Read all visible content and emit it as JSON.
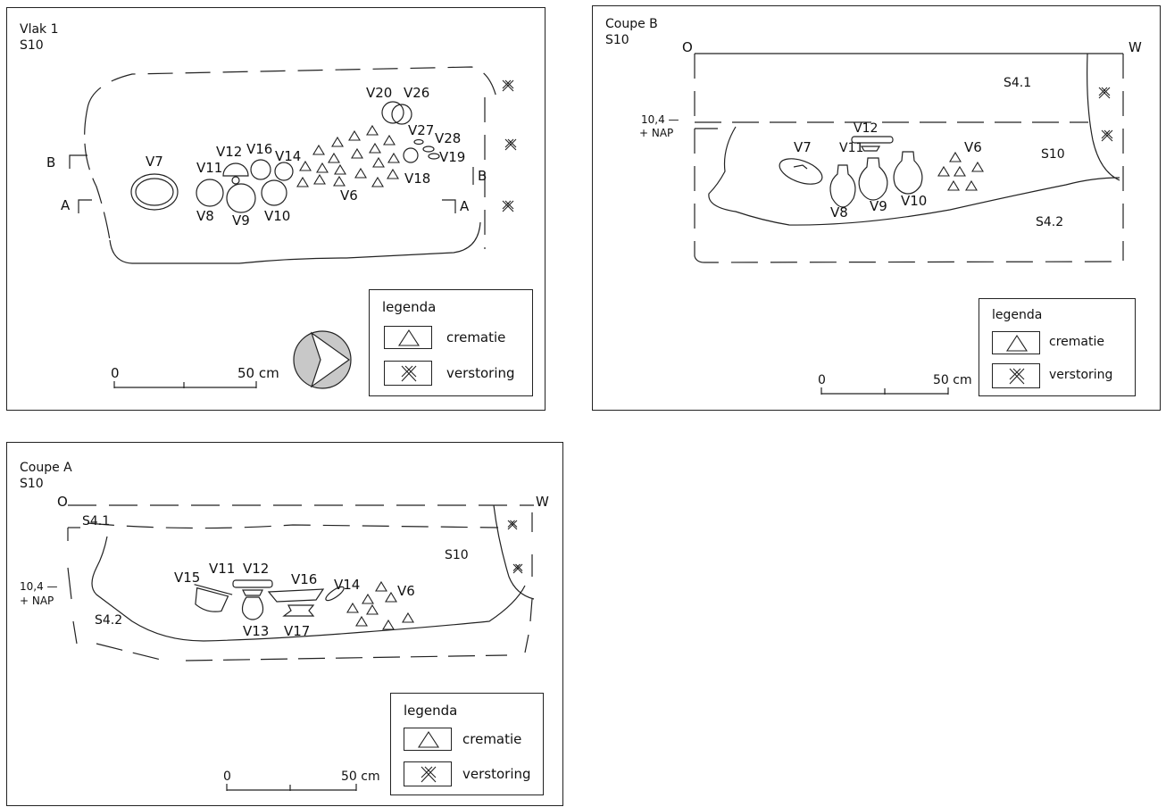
{
  "panels": {
    "plan": {
      "title": "Vlak 1",
      "subtitle": "S10",
      "labels": {
        "B": "B",
        "A": "A",
        "B_right": "B",
        "A_right": "A",
        "V7": "V7",
        "V8": "V8",
        "V9": "V9",
        "V10": "V10",
        "V11": "V11",
        "V12": "V12",
        "V14": "V14",
        "V16": "V16",
        "V6": "V6",
        "V18": "V18",
        "V19": "V19",
        "V20": "V20",
        "V26": "V26",
        "V27": "V27",
        "V28": "V28"
      },
      "scale": {
        "zero": "0",
        "end": "50 cm"
      }
    },
    "coupe_b": {
      "title": "Coupe B",
      "subtitle": "S10",
      "labels": {
        "O": "O",
        "W": "W",
        "S4_1": "S4.1",
        "S10": "S10",
        "S4_2": "S4.2",
        "level": "10,4 —",
        "nap": "+ NAP",
        "V7": "V7",
        "V8": "V8",
        "V9": "V9",
        "V10": "V10",
        "V11": "V11",
        "V12": "V12",
        "V6": "V6"
      },
      "scale": {
        "zero": "0",
        "end": "50 cm"
      }
    },
    "coupe_a": {
      "title": "Coupe A",
      "subtitle": "S10",
      "labels": {
        "O": "O",
        "W": "W",
        "S4_1": "S4.1",
        "S10": "S10",
        "S4_2": "S4.2",
        "level": "10,4 —",
        "nap": "+ NAP",
        "V15": "V15",
        "V11": "V11",
        "V12": "V12",
        "V16": "V16",
        "V14": "V14",
        "V6": "V6",
        "V13": "V13",
        "V17": "V17"
      },
      "scale": {
        "zero": "0",
        "end": "50 cm"
      }
    }
  },
  "legend": {
    "title": "legenda",
    "items": [
      {
        "label": "crematie",
        "symbol": "triangle-icon"
      },
      {
        "label": "verstoring",
        "symbol": "cross-hatch-icon"
      }
    ]
  },
  "colors": {
    "line": "#222222",
    "north_fill": "#c8c8c8"
  }
}
